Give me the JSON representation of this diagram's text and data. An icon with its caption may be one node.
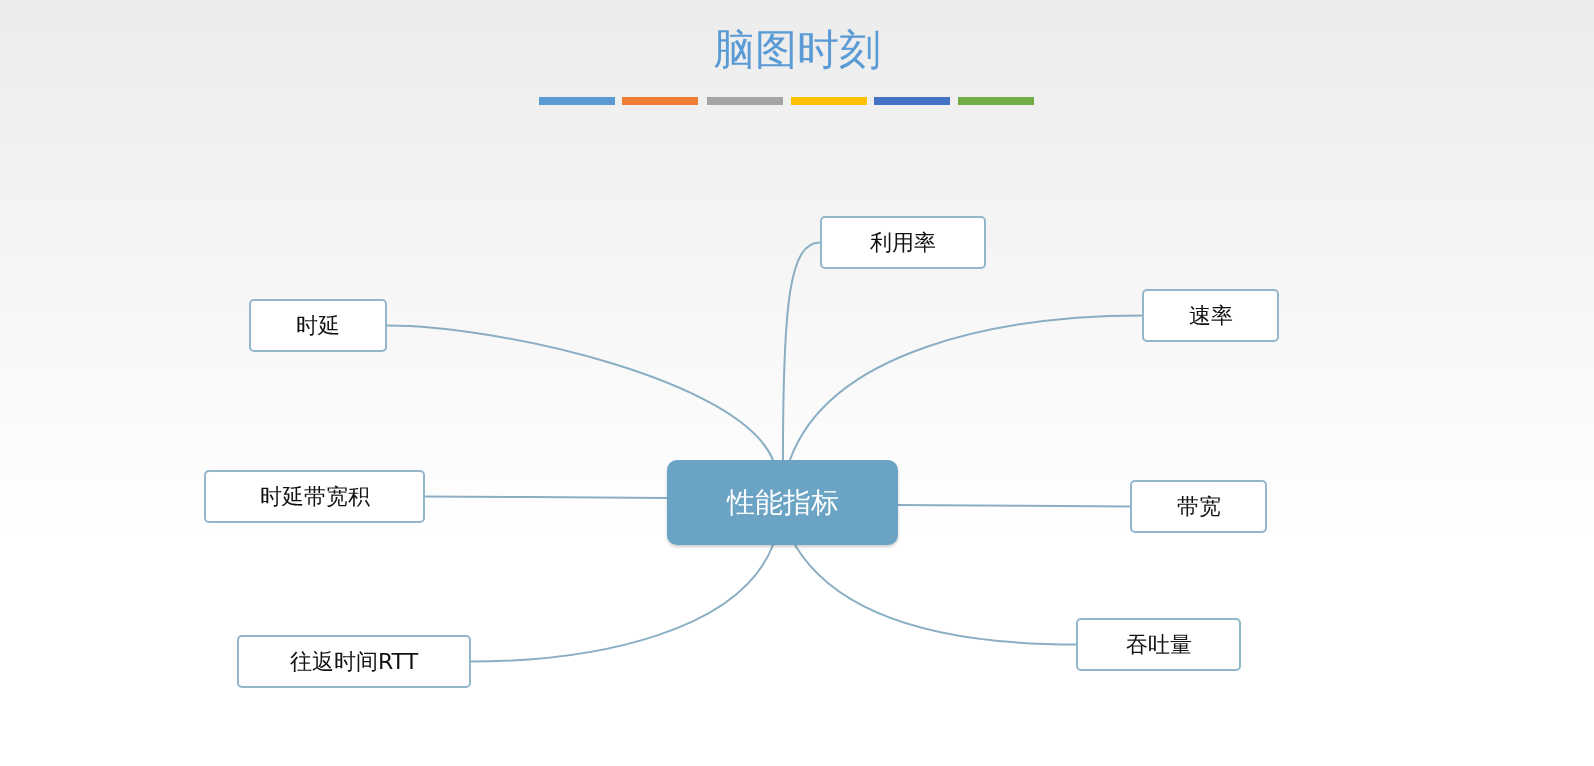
{
  "diagram": {
    "title": "脑图时刻",
    "nodes": [
      {
        "text": [
          "性能指标"
        ]
      },
      {
        "text": [
          "利用率"
        ]
      },
      {
        "text": [
          "时延"
        ]
      },
      {
        "text": [
          "速率"
        ]
      },
      {
        "text": [
          "时延带宽积"
        ]
      },
      {
        "text": [
          "带宽"
        ]
      },
      {
        "text": [
          "吞吐量"
        ]
      },
      {
        "text": [
          "往返时间RTT"
        ]
      }
    ],
    "edges": [
      {
        "from": 0,
        "to": 1,
        "arrow": "none"
      },
      {
        "from": 0,
        "to": 2,
        "arrow": "none"
      },
      {
        "from": 0,
        "to": 3,
        "arrow": "none"
      },
      {
        "from": 0,
        "to": 4,
        "arrow": "none"
      },
      {
        "from": 0,
        "to": 5,
        "arrow": "none"
      },
      {
        "from": 0,
        "to": 6,
        "arrow": "none"
      },
      {
        "from": 0,
        "to": 7,
        "arrow": "none"
      }
    ]
  }
}
